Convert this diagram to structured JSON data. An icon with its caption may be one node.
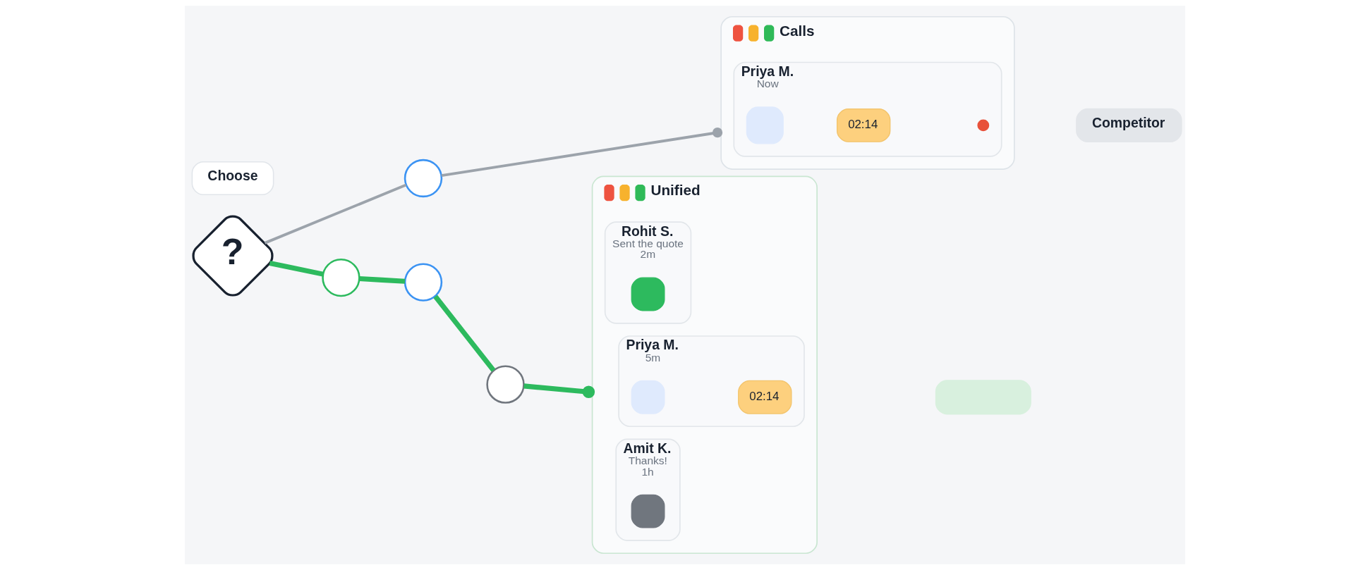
{
  "diagram": {
    "nodes": [
      {
        "text": [
          "Choose"
        ]
      },
      {
        "text": [
          "?"
        ]
      },
      {
        "text": [],
        "shape": "circle"
      },
      {
        "text": [
          "Calls"
        ]
      },
      {
        "text": [
          "Priya M.",
          "Now"
        ],
        "in": 3
      },
      {
        "text": [],
        "shape": "box",
        "in": 4
      },
      {
        "text": [
          "02:14"
        ],
        "in": 4
      },
      {
        "text": [],
        "shape": "circle",
        "in": 4
      },
      {
        "text": [
          "Competitor"
        ]
      },
      {
        "text": [],
        "shape": "circle"
      },
      {
        "text": [],
        "shape": "circle"
      },
      {
        "text": [],
        "shape": "circle"
      },
      {
        "text": [
          "Unified"
        ]
      },
      {
        "text": [
          "Rohit S.",
          "Sent the quote",
          "2m"
        ],
        "in": 12
      },
      {
        "text": [],
        "shape": "box",
        "in": 13
      },
      {
        "text": [
          "Priya M.",
          "5m"
        ],
        "in": 12
      },
      {
        "text": [],
        "shape": "box",
        "in": 15
      },
      {
        "text": [
          "02:14"
        ],
        "in": 15
      },
      {
        "text": [
          "Amit K.",
          "Thanks!",
          "1h"
        ],
        "in": 12
      },
      {
        "text": [],
        "shape": "box",
        "in": 18
      },
      {
        "text": [],
        "shape": "box"
      }
    ],
    "edges": [
      {
        "from": 1,
        "to": 2,
        "arrow": "none",
        "color": "#9ca3ab"
      },
      {
        "from": 2,
        "to": 3,
        "arrow": "other",
        "color": "#9ca3ab"
      },
      {
        "from": 1,
        "to": 9,
        "arrow": "none"
      },
      {
        "from": 9,
        "to": 10,
        "arrow": "none"
      },
      {
        "from": 10,
        "to": 11,
        "arrow": "none"
      },
      {
        "from": 11,
        "to": 12,
        "arrow": "other"
      }
    ]
  }
}
